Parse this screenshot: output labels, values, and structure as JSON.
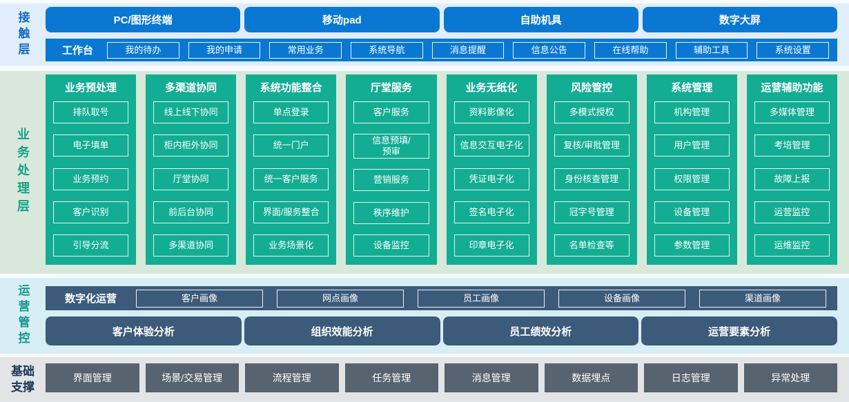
{
  "contact": {
    "label": "接触层",
    "channels": [
      "PC/图形终端",
      "移动pad",
      "自助机具",
      "数字大屏"
    ],
    "workbench_label": "工作台",
    "workbench_items": [
      "我的待办",
      "我的申请",
      "常用业务",
      "系统导航",
      "消息提醒",
      "信息公告",
      "在线帮助",
      "辅助工具",
      "系统设置"
    ]
  },
  "business": {
    "label": "业务处理层",
    "columns": [
      {
        "title": "业务预处理",
        "items": [
          "排队取号",
          "电子填单",
          "业务预约",
          "客户识别",
          "引导分流"
        ]
      },
      {
        "title": "多渠道协同",
        "items": [
          "线上线下协同",
          "柜内柜外协同",
          "厅堂协同",
          "前后台协同",
          "多渠道协同"
        ]
      },
      {
        "title": "系统功能整合",
        "items": [
          "单点登录",
          "统一门户",
          "统一客户服务",
          "界面/服务整合",
          "业务场景化"
        ]
      },
      {
        "title": "厅堂服务",
        "items": [
          "客户服务",
          "信息预填/\n预审",
          "营销服务",
          "秩序维护",
          "设备监控"
        ]
      },
      {
        "title": "业务无纸化",
        "items": [
          "资料影像化",
          "信息交互电子化",
          "凭证电子化",
          "签名电子化",
          "印章电子化"
        ]
      },
      {
        "title": "风险管控",
        "items": [
          "多模式授权",
          "复核/审批管理",
          "身份核查管理",
          "冠字号管理",
          "名单检查等"
        ]
      },
      {
        "title": "系统管理",
        "items": [
          "机构管理",
          "用户管理",
          "权限管理",
          "设备管理",
          "参数管理"
        ]
      },
      {
        "title": "运营辅助功能",
        "items": [
          "多媒体管理",
          "考培管理",
          "故障上报",
          "运营监控",
          "运维监控"
        ]
      }
    ]
  },
  "operation": {
    "label": "运营管控",
    "digital_label": "数字化运营",
    "profiles": [
      "客户画像",
      "网点画像",
      "员工画像",
      "设备画像",
      "渠道画像"
    ],
    "analysis": [
      "客户体验分析",
      "组织效能分析",
      "员工绩效分析",
      "运营要素分析"
    ]
  },
  "foundation": {
    "label": "基础支撑",
    "items": [
      "界面管理",
      "场景/交易管理",
      "流程管理",
      "任务管理",
      "消息管理",
      "数据埋点",
      "日志管理",
      "异常处理"
    ]
  },
  "colors": {
    "channel_blue": "#0a78d2",
    "module_green": "#13ad93",
    "operation_slate": "#3c5a7a",
    "foundation_gray": "#57636e",
    "band_contact": "#e0edfa",
    "band_business": "#d8e9dc",
    "band_operation": "#d7eef6",
    "band_foundation": "#e2e4e5"
  }
}
